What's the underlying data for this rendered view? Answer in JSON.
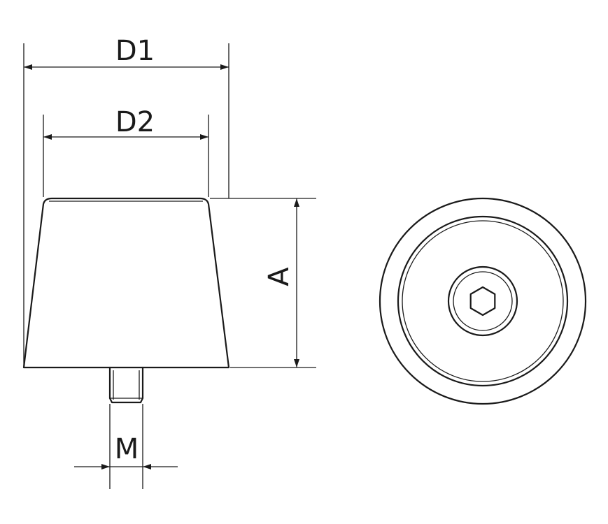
{
  "labels": {
    "d1": "D1",
    "d2": "D2",
    "a": "A",
    "m": "M"
  },
  "colors": {
    "line": "#1a1a1a",
    "background": "#ffffff"
  }
}
